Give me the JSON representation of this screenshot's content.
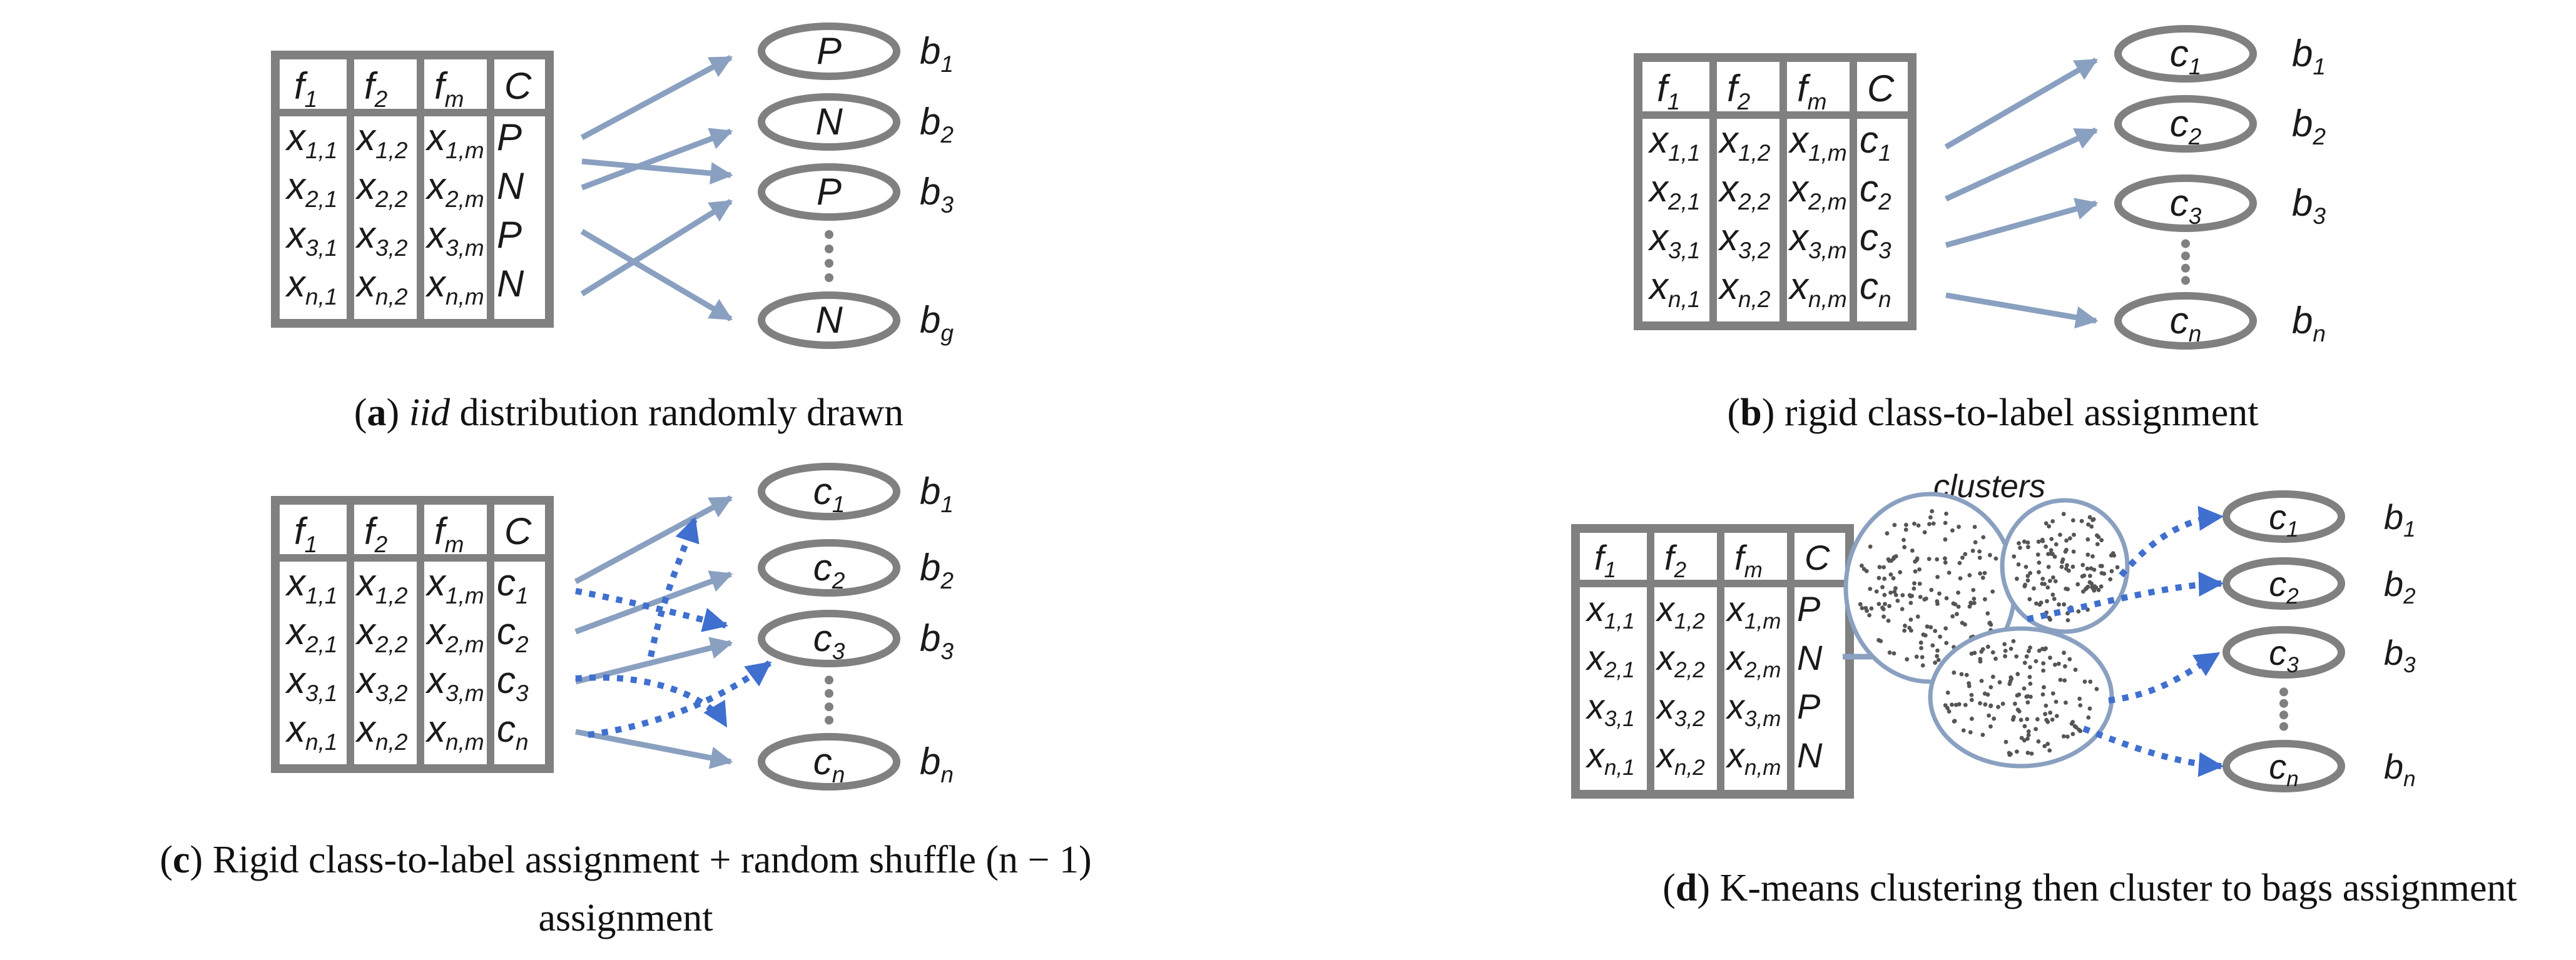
{
  "colors": {
    "table_border": "#808080",
    "arrow_solid": "#8aa0c0",
    "arrow_dotted": "#3f6fcf",
    "cluster_outline": "#8aa0c0",
    "dot": "#555555",
    "text": "#1a1a1a"
  },
  "panels": {
    "a": {
      "caption_letter": "a",
      "caption_pre": "(",
      "caption_post": ")",
      "caption_italic": "iid",
      "caption_text": " distribution randomly drawn",
      "table": {
        "headers": [
          "f1",
          "f2",
          "fm",
          "C"
        ],
        "rows": [
          [
            "x1,1",
            "x1,2",
            "x1,m",
            "P"
          ],
          [
            "x2,1",
            "x2,2",
            "x2,m",
            "N"
          ],
          [
            "x3,1",
            "x3,2",
            "x3,m",
            "P"
          ],
          [
            "xn,1",
            "xn,2",
            "xn,m",
            "N"
          ]
        ]
      },
      "bags": [
        {
          "label": "P",
          "name": "b1"
        },
        {
          "label": "N",
          "name": "b2"
        },
        {
          "label": "P",
          "name": "b3"
        },
        {
          "label": "N",
          "name": "bg"
        }
      ]
    },
    "b": {
      "caption_letter": "b",
      "caption_text": " rigid class-to-label assignment",
      "table": {
        "headers": [
          "f1",
          "f2",
          "fm",
          "C"
        ],
        "rows": [
          [
            "x1,1",
            "x1,2",
            "x1,m",
            "c1"
          ],
          [
            "x2,1",
            "x2,2",
            "x2,m",
            "c2"
          ],
          [
            "x3,1",
            "x3,2",
            "x3,m",
            "c3"
          ],
          [
            "xn,1",
            "xn,2",
            "xn,m",
            "cn"
          ]
        ]
      },
      "bags": [
        {
          "label": "c1",
          "name": "b1"
        },
        {
          "label": "c2",
          "name": "b2"
        },
        {
          "label": "c3",
          "name": "b3"
        },
        {
          "label": "cn",
          "name": "bn"
        }
      ]
    },
    "c": {
      "caption_letter": "c",
      "caption_line1": " Rigid class-to-label assignment + random shuffle (n − 1)",
      "caption_line2": "assignment",
      "table": {
        "headers": [
          "f1",
          "f2",
          "fm",
          "C"
        ],
        "rows": [
          [
            "x1,1",
            "x1,2",
            "x1,m",
            "c1"
          ],
          [
            "x2,1",
            "x2,2",
            "x2,m",
            "c2"
          ],
          [
            "x3,1",
            "x3,2",
            "x3,m",
            "c3"
          ],
          [
            "xn,1",
            "xn,2",
            "xn,m",
            "cn"
          ]
        ]
      },
      "bags": [
        {
          "label": "c1",
          "name": "b1"
        },
        {
          "label": "c2",
          "name": "b2"
        },
        {
          "label": "c3",
          "name": "b3"
        },
        {
          "label": "cn",
          "name": "bn"
        }
      ]
    },
    "d": {
      "caption_letter": "d",
      "caption_text": " K-means clustering then cluster to bags assignment",
      "clusters_label": "clusters",
      "table": {
        "headers": [
          "f1",
          "f2",
          "fm",
          "C"
        ],
        "rows": [
          [
            "x1,1",
            "x1,2",
            "x1,m",
            "P"
          ],
          [
            "x2,1",
            "x2,2",
            "x2,m",
            "N"
          ],
          [
            "x3,1",
            "x3,2",
            "x3,m",
            "P"
          ],
          [
            "xn,1",
            "xn,2",
            "xn,m",
            "N"
          ]
        ]
      },
      "bags": [
        {
          "label": "c1",
          "name": "b1"
        },
        {
          "label": "c2",
          "name": "b2"
        },
        {
          "label": "c3",
          "name": "b3"
        },
        {
          "label": "cn",
          "name": "bn"
        }
      ]
    }
  }
}
